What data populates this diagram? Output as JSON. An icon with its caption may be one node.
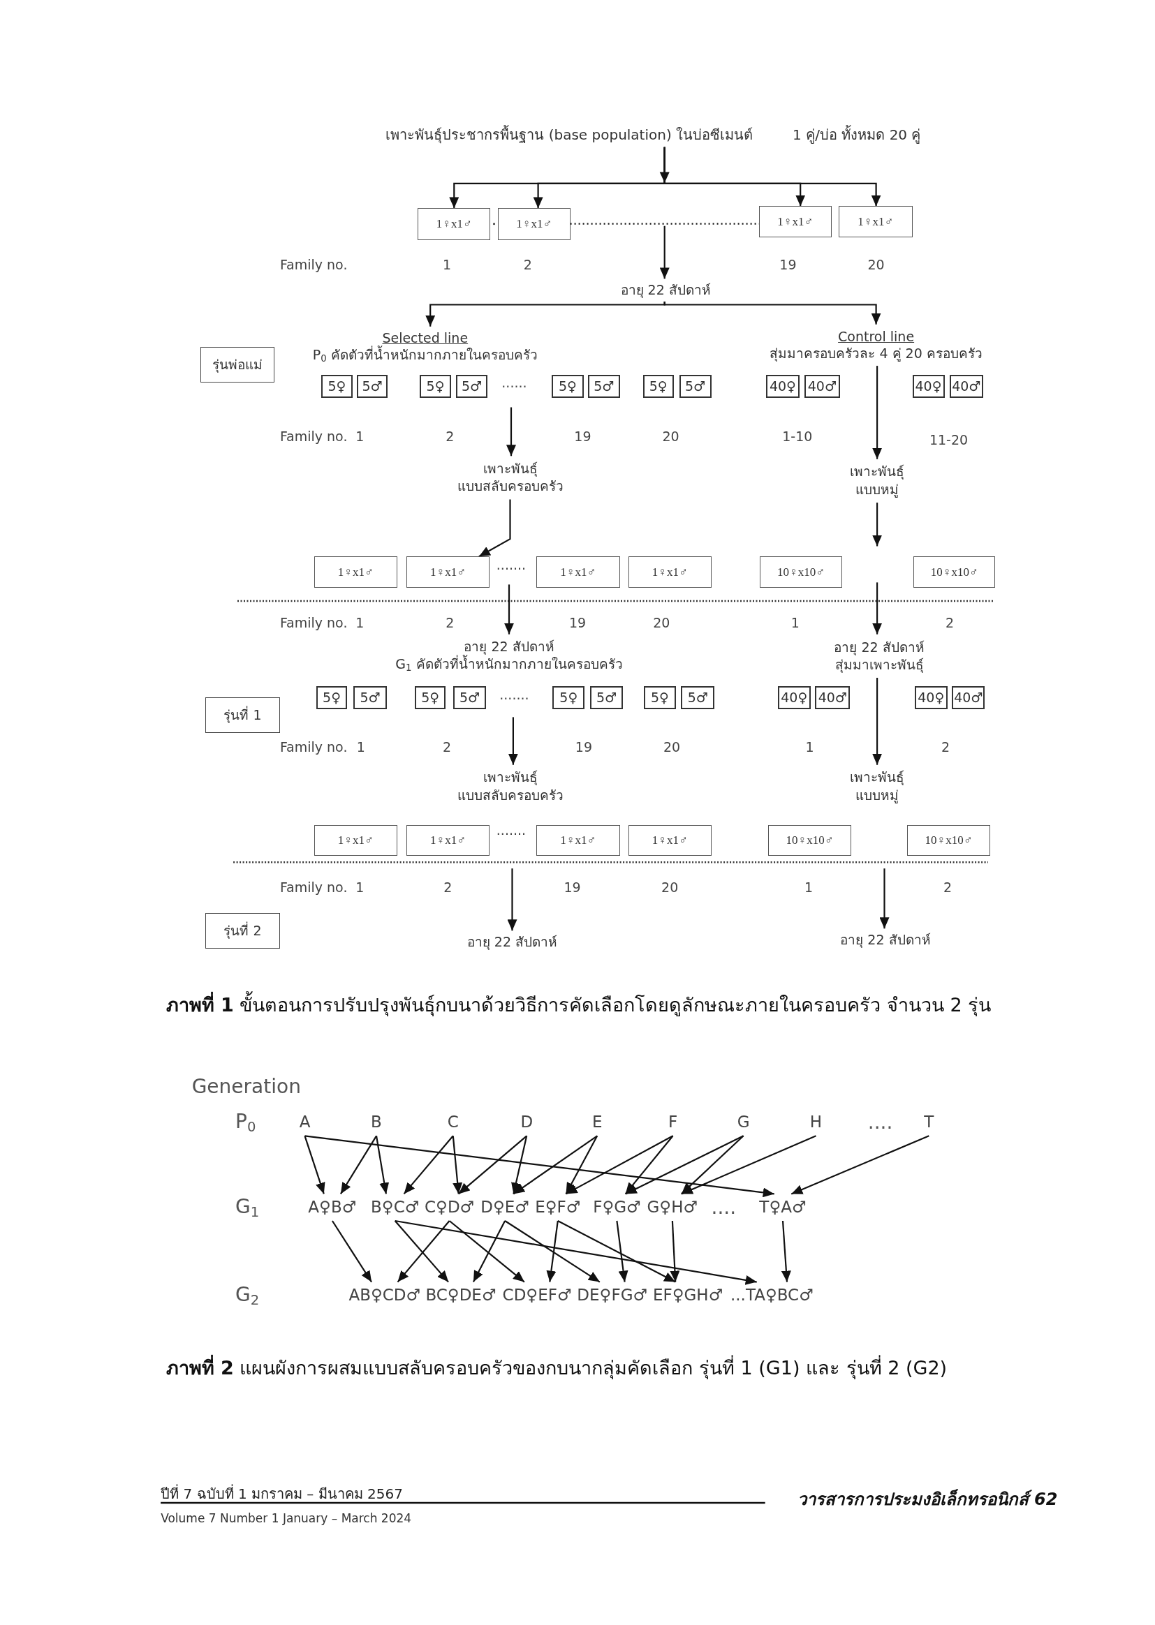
{
  "diagram": {
    "nodes": [
      {
        "text": [
          "เพาะพันธุ์ประชากรพื้นฐาน (base population) ในบ่อซีเมนต์",
          "1 คู่/บ่อ ทั้งหมด 20 คู่"
        ]
      },
      {
        "text": [
          "1♀x1♂"
        ]
      },
      {
        "text": [
          "1♀x1♂"
        ]
      },
      {
        "text": [
          "1♀x1♂"
        ]
      },
      {
        "text": [
          "1♀x1♂"
        ]
      },
      {
        "text": [
          "อายุ 22 สัปดาห์"
        ]
      },
      {
        "text": [
          "Selected line",
          "P$_{0}$ คัดตัวที่น้ำหนักมากภายในครอบครัว"
        ]
      },
      {
        "text": [
          "Control line",
          "สุ่มมาครอบครัวละ 4 คู่ 20 ครอบครัว"
        ]
      },
      {
        "text": [
          "รุ่นพ่อแม่"
        ]
      },
      {
        "text": [
          "5♀"
        ]
      },
      {
        "text": [
          "5♂"
        ]
      },
      {
        "text": [
          "5♀"
        ]
      },
      {
        "text": [
          "5♂"
        ]
      },
      {
        "text": [
          "5♀"
        ]
      },
      {
        "text": [
          "5♂"
        ]
      },
      {
        "text": [
          "5♀"
        ]
      },
      {
        "text": [
          "5♂"
        ]
      },
      {
        "text": [
          "40♀"
        ]
      },
      {
        "text": [
          "40♂"
        ]
      },
      {
        "text": [
          "40♀"
        ]
      },
      {
        "text": [
          "40♂"
        ]
      },
      {
        "text": [
          "เพาะพันธุ์ แบบสลับครอบครัว"
        ]
      },
      {
        "text": [
          "เพาะพันธุ์ แบบหมู่"
        ]
      },
      {
        "text": [
          "1♀x1♂"
        ]
      },
      {
        "text": [
          "1♀x1♂"
        ]
      },
      {
        "text": [
          "1♀x1♂"
        ]
      },
      {
        "text": [
          "1♀x1♂"
        ]
      },
      {
        "text": [
          "10♀x10♂"
        ]
      },
      {
        "text": [
          "10♀x10♂"
        ]
      },
      {
        "text": [
          "อายุ 22 สัปดาห์",
          "G$_{1}$ คัดตัวที่น้ำหนักมากภายในครอบครัว"
        ]
      },
      {
        "text": [
          "อายุ 22 สัปดาห์",
          "สุ่มมาเพาะพันธุ์"
        ]
      },
      {
        "text": [
          "รุ่นที่ 1"
        ]
      },
      {
        "text": [
          "5♀"
        ]
      },
      {
        "text": [
          "5♂"
        ]
      },
      {
        "text": [
          "5♀"
        ]
      },
      {
        "text": [
          "5♂"
        ]
      },
      {
        "text": [
          "5♀"
        ]
      },
      {
        "text": [
          "5♂"
        ]
      },
      {
        "text": [
          "5♀"
        ]
      },
      {
        "text": [
          "5♂"
        ]
      },
      {
        "text": [
          "40♀"
        ]
      },
      {
        "text": [
          "40♂"
        ]
      },
      {
        "text": [
          "40♀"
        ]
      },
      {
        "text": [
          "40♂"
        ]
      },
      {
        "text": [
          "เพาะพันธุ์ แบบสลับครอบครัว"
        ]
      },
      {
        "text": [
          "เพาะพันธุ์ แบบหมู่"
        ]
      },
      {
        "text": [
          "1♀x1♂"
        ]
      },
      {
        "text": [
          "1♀x1♂"
        ]
      },
      {
        "text": [
          "1♀x1♂"
        ]
      },
      {
        "text": [
          "1♀x1♂"
        ]
      },
      {
        "text": [
          "10♀x10♂"
        ]
      },
      {
        "text": [
          "10♀x10♂"
        ]
      },
      {
        "text": [
          "รุ่นที่ 2"
        ]
      },
      {
        "text": [
          "อายุ 22 สัปดาห์"
        ]
      },
      {
        "text": [
          "อายุ 22 สัปดาห์"
        ]
      },
      {
        "text": [
          "A"
        ]
      },
      {
        "text": [
          "B"
        ]
      },
      {
        "text": [
          "C"
        ]
      },
      {
        "text": [
          "D"
        ]
      },
      {
        "text": [
          "E"
        ]
      },
      {
        "text": [
          "F"
        ]
      },
      {
        "text": [
          "G"
        ]
      },
      {
        "text": [
          "H"
        ]
      },
      {
        "text": [
          "T"
        ]
      },
      {
        "text": [
          "A♀B♂"
        ]
      },
      {
        "text": [
          "B♀C♂"
        ]
      },
      {
        "text": [
          "C♀D♂"
        ]
      },
      {
        "text": [
          "D♀E♂"
        ]
      },
      {
        "text": [
          "E♀F♂"
        ]
      },
      {
        "text": [
          "F♀G♂"
        ]
      },
      {
        "text": [
          "G♀H♂"
        ]
      },
      {
        "text": [
          "T♀A♂"
        ]
      },
      {
        "text": [
          "AB♀CD♂"
        ]
      },
      {
        "text": [
          "BC♀DE♂"
        ]
      },
      {
        "text": [
          "CD♀EF♂"
        ]
      },
      {
        "text": [
          "DE♀FG♂"
        ]
      },
      {
        "text": [
          "EF♀GH♂"
        ]
      },
      {
        "text": [
          "...TA♀BC♂"
        ]
      }
    ],
    "edges": [
      {
        "from": 0,
        "to": 1,
        "arrow": "to"
      },
      {
        "from": 0,
        "to": 2,
        "arrow": "to"
      },
      {
        "from": 0,
        "to": 3,
        "arrow": "to"
      },
      {
        "from": 0,
        "to": 4,
        "arrow": "to"
      },
      {
        "from": null,
        "to": 5,
        "arrow": "to"
      },
      {
        "from": 5,
        "to": 6,
        "arrow": "to"
      },
      {
        "from": 5,
        "to": 7,
        "arrow": "to"
      },
      {
        "from": null,
        "to": 21,
        "arrow": "to"
      },
      {
        "from": 7,
        "to": 22,
        "arrow": "to"
      },
      {
        "from": 21,
        "to": 24,
        "arrow": "to"
      },
      {
        "from": 22,
        "to": null,
        "arrow": "to"
      },
      {
        "from": null,
        "to": 29,
        "arrow": "to"
      },
      {
        "from": null,
        "to": 30,
        "arrow": "to"
      },
      {
        "from": null,
        "to": 44,
        "arrow": "to"
      },
      {
        "from": 30,
        "to": 45,
        "arrow": "to"
      },
      {
        "from": null,
        "to": 53,
        "arrow": "to"
      },
      {
        "from": null,
        "to": 54,
        "arrow": "to"
      },
      {
        "from": 55,
        "to": 64,
        "arrow": "to"
      },
      {
        "from": 56,
        "to": 64,
        "arrow": "to"
      },
      {
        "from": 56,
        "to": 65,
        "arrow": "to"
      },
      {
        "from": 57,
        "to": 65,
        "arrow": "to"
      },
      {
        "from": 57,
        "to": 66,
        "arrow": "to"
      },
      {
        "from": 58,
        "to": 66,
        "arrow": "to"
      },
      {
        "from": 58,
        "to": 67,
        "arrow": "to"
      },
      {
        "from": 59,
        "to": 67,
        "arrow": "to"
      },
      {
        "from": 59,
        "to": 68,
        "arrow": "to"
      },
      {
        "from": 60,
        "to": 68,
        "arrow": "to"
      },
      {
        "from": 60,
        "to": 69,
        "arrow": "to"
      },
      {
        "from": 61,
        "to": 69,
        "arrow": "to"
      },
      {
        "from": 61,
        "to": 70,
        "arrow": "to"
      },
      {
        "from": 62,
        "to": 70,
        "arrow": "to"
      },
      {
        "from": 63,
        "to": 71,
        "arrow": "to"
      },
      {
        "from": 55,
        "to": 71,
        "arrow": "to"
      },
      {
        "from": 64,
        "to": 72,
        "arrow": "to"
      },
      {
        "from": 66,
        "to": 72,
        "arrow": "to"
      },
      {
        "from": 65,
        "to": 73,
        "arrow": "to"
      },
      {
        "from": 67,
        "to": 73,
        "arrow": "to"
      },
      {
        "from": 66,
        "to": 74,
        "arrow": "to"
      },
      {
        "from": 68,
        "to": 74,
        "arrow": "to"
      },
      {
        "from": 67,
        "to": 75,
        "arrow": "to"
      },
      {
        "from": 69,
        "to": 75,
        "arrow": "to"
      },
      {
        "from": 68,
        "to": 76,
        "arrow": "to"
      },
      {
        "from": 70,
        "to": 76,
        "arrow": "to"
      },
      {
        "from": 71,
        "to": 77,
        "arrow": "to"
      },
      {
        "from": 65,
        "to": 77,
        "arrow": "to"
      },
      {
        "from": 2,
        "to": 3,
        "arrow": "none",
        "style": "dashed"
      }
    ],
    "labels": [
      "Family no.",
      "1",
      "2",
      "19",
      "20",
      "......",
      "Family no.",
      "1",
      "2",
      "19",
      "20",
      "1-10",
      "11-20",
      ".......",
      "Family no.",
      "1",
      "2",
      "19",
      "20",
      "1",
      "2",
      ".......",
      "Family no.",
      "1",
      "2",
      "19",
      "20",
      "1",
      "2",
      ".......",
      "Family no.",
      "1",
      "2",
      "19",
      "20",
      "1",
      "2",
      "**ภาพที่ 1** ขั้นตอนการปรับปรุงพันธุ์กบนาด้วยวิธีการคัดเลือกโดยดูลักษณะภายในครอบครัว จำนวน 2 รุ่น",
      "Generation",
      "P$_{0}$",
      "....",
      "G$_{1}$",
      "....",
      "G$_{2}$",
      "**ภาพที่ 2** แผนผังการผสมแบบสลับครอบครัวของกบนากลุ่มคัดเลือก รุ่นที่ 1 (G1) และ รุ่นที่ 2 (G2)",
      "ปีที่ 7 ฉบับที่ 1 มกราคม – มีนาคม 2567",
      "วารสารการประมงอิเล็กทรอนิกส์ 62",
      "Volume 7 Number 1 January – March 2024"
    ]
  }
}
